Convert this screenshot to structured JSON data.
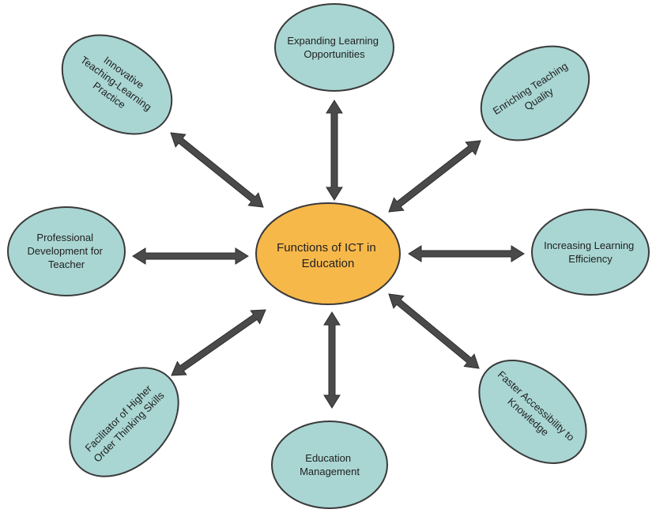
{
  "center": {
    "lines": [
      "Functions of ICT in",
      "Education"
    ],
    "fill": "#F7B84A",
    "stroke": "#3a3a3a"
  },
  "node_style": {
    "fill": "#A9D6D3",
    "stroke": "#3a3a3a",
    "arrow_color": "#4a4a4a"
  },
  "nodes": [
    {
      "id": "expanding-learning-opportunities",
      "lines": [
        "Expanding Learning",
        "Opportunities"
      ]
    },
    {
      "id": "enriching-teaching-quality",
      "lines": [
        "Enriching Teaching",
        "Quality"
      ]
    },
    {
      "id": "increasing-learning-efficiency",
      "lines": [
        "Increasing Learning",
        "Efficiency"
      ]
    },
    {
      "id": "faster-accessibility-to-knowledge",
      "lines": [
        "Faster Accessibility to",
        "Knowledge"
      ]
    },
    {
      "id": "education-management",
      "lines": [
        "Education",
        "Management"
      ]
    },
    {
      "id": "facilitator-of-higher-order-thinking-skills",
      "lines": [
        "Facilitator of Higher",
        "Order Thinking Skills"
      ]
    },
    {
      "id": "professional-development-for-teacher",
      "lines": [
        "Professional",
        "Development for",
        "Teacher"
      ]
    },
    {
      "id": "innovative-teaching-learning-practice",
      "lines": [
        "Innovative",
        "Teaching-Learning",
        "Practice"
      ]
    }
  ]
}
